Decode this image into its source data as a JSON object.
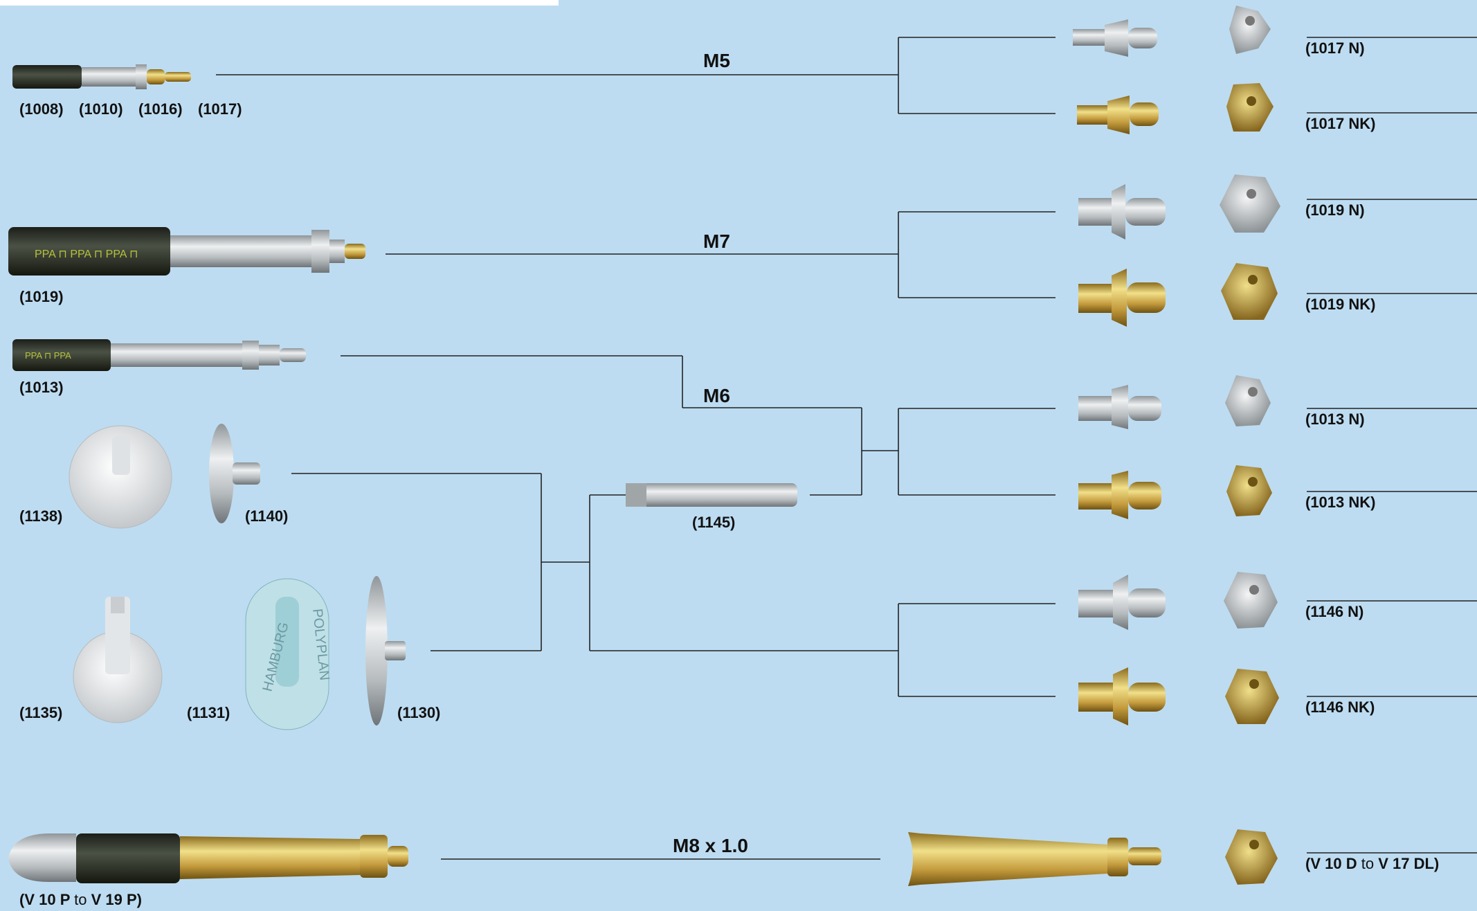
{
  "threads": {
    "m5": "M5",
    "m7": "M7",
    "m6": "M6",
    "m8": "M8 x 1.0"
  },
  "left_labels": {
    "l1008": "(1008)",
    "l1010": "(1010)",
    "l1016": "(1016)",
    "l1017": "(1017)",
    "l1019": "(1019)",
    "l1013": "(1013)",
    "l1138": "(1138)",
    "l1140": "(1140)",
    "l1145": "(1145)",
    "l1135": "(1135)",
    "l1131": "(1131)",
    "l1130": "(1130)",
    "v_from": "(V 10 P",
    "v_to_word": "to",
    "v_to": "V 19 P)"
  },
  "right_labels": {
    "r1017n": "(1017 N)",
    "r1017nk": "(1017 NK)",
    "r1019n": "(1019 N)",
    "r1019nk": "(1019 NK)",
    "r1013n": "(1013 N)",
    "r1013nk": "(1013 NK)",
    "r1146n": "(1146 N)",
    "r1146nk": "(1146 NK)",
    "rv_from": "(V 10 D",
    "rv_to_word": "to",
    "rv_to": "V 17 DL)"
  },
  "colors": {
    "background": "#bddcf1",
    "line": "#222222",
    "steel": "#c9ccce",
    "brass": "#c9a94a",
    "rubber": "#2a2f27"
  }
}
